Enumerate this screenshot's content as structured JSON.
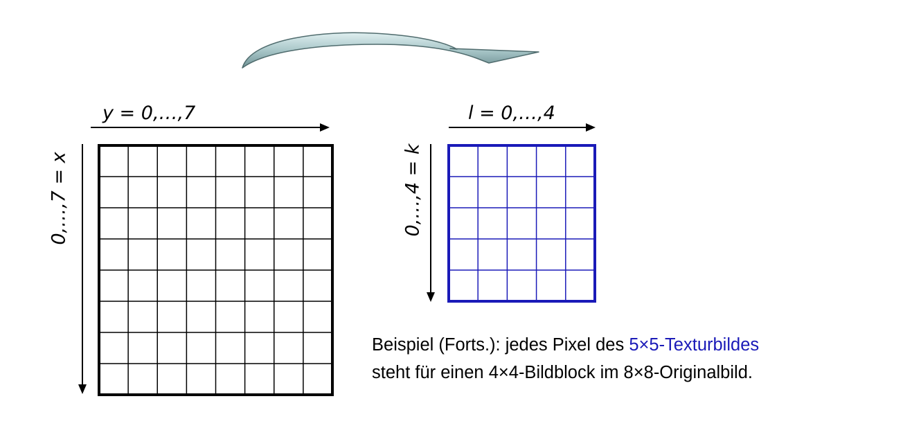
{
  "left_grid": {
    "y_label": "y = 0,…,7",
    "x_label": "0,…,7 = x",
    "rows": 8,
    "cols": 8,
    "line_color": "#000000"
  },
  "right_grid": {
    "l_label": "l = 0,…,4",
    "k_label": "0,…,4 = k",
    "rows": 5,
    "cols": 5,
    "line_color": "#1a1ab8"
  },
  "transform_arrow": {
    "icon": "curved-arrow-icon",
    "fill_color": "#a9c7c9"
  },
  "caption": {
    "line1_prefix": "Beispiel (Forts.): jedes Pixel des ",
    "line1_highlight": "5×5-Texturbildes",
    "line2": "steht für einen 4×4-Bildblock im 8×8-Originalbild.",
    "highlight_color": "#1a1ab8"
  }
}
